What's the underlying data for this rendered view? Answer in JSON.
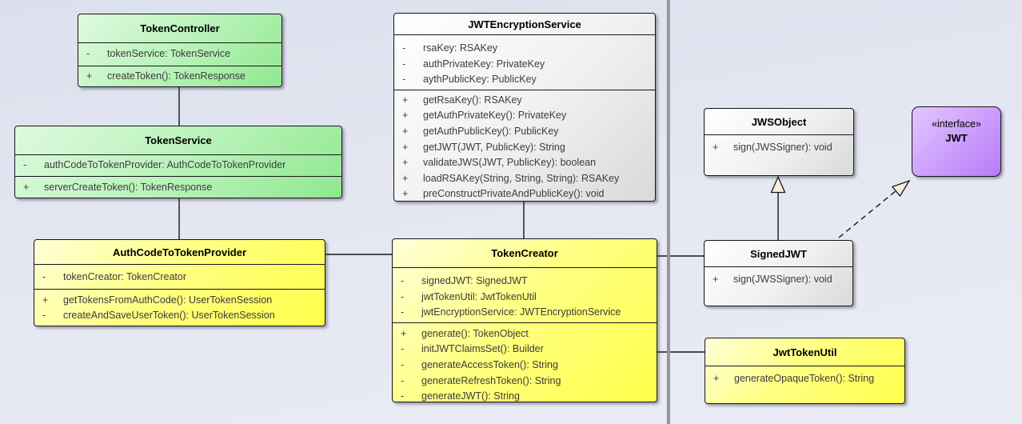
{
  "diagram": {
    "colors": {
      "background": "#e3e6f1",
      "class_green": "#8fe88f",
      "class_yellow": "#ffff4a",
      "class_gray": "#d9d9d9",
      "interface_purple": "#b87af8",
      "border": "#16161d",
      "divider": "#9b9ba3",
      "arrow_fill": "#f6eedb"
    },
    "classes": {
      "token_controller": {
        "name": "TokenController",
        "attributes": [
          {
            "vis": "-",
            "text": "tokenService: TokenService"
          }
        ],
        "methods": [
          {
            "vis": "+",
            "text": "createToken(): TokenResponse"
          }
        ]
      },
      "token_service": {
        "name": "TokenService",
        "attributes": [
          {
            "vis": "-",
            "text": "authCodeToTokenProvider: AuthCodeToTokenProvider"
          }
        ],
        "methods": [
          {
            "vis": "+",
            "text": "serverCreateToken(): TokenResponse"
          }
        ]
      },
      "auth_code_to_token_provider": {
        "name": "AuthCodeToTokenProvider",
        "attributes": [
          {
            "vis": "-",
            "text": "tokenCreator: TokenCreator"
          }
        ],
        "methods": [
          {
            "vis": "+",
            "text": "getTokensFromAuthCode(): UserTokenSession"
          },
          {
            "vis": "-",
            "text": "createAndSaveUserToken(): UserTokenSession"
          }
        ]
      },
      "jwt_encryption_service": {
        "name": "JWTEncryptionService",
        "attributes": [
          {
            "vis": "-",
            "text": "rsaKey: RSAKey"
          },
          {
            "vis": "-",
            "text": "authPrivateKey: PrivateKey"
          },
          {
            "vis": "-",
            "text": "aythPublicKey: PublicKey"
          }
        ],
        "methods": [
          {
            "vis": "+",
            "text": "getRsaKey(): RSAKey"
          },
          {
            "vis": "+",
            "text": "getAuthPrivateKey(): PrivateKey"
          },
          {
            "vis": "+",
            "text": "getAuthPublicKey(): PublicKey"
          },
          {
            "vis": "+",
            "text": "getJWT(JWT, PublicKey): String"
          },
          {
            "vis": "+",
            "text": "validateJWS(JWT, PublicKey): boolean"
          },
          {
            "vis": "+",
            "text": "loadRSAKey(String, String, String): RSAKey"
          },
          {
            "vis": "+",
            "text": "preConstructPrivateAndPublicKey(): void"
          }
        ]
      },
      "token_creator": {
        "name": "TokenCreator",
        "attributes": [
          {
            "vis": "-",
            "text": "signedJWT: SignedJWT"
          },
          {
            "vis": "-",
            "text": "jwtTokenUtil: JwtTokenUtil"
          },
          {
            "vis": "-",
            "text": "jwtEncryptionService: JWTEncryptionService"
          }
        ],
        "methods": [
          {
            "vis": "+",
            "text": "generate(): TokenObject"
          },
          {
            "vis": "-",
            "text": "initJWTClaimsSet(): Builder"
          },
          {
            "vis": "-",
            "text": "generateAccessToken(): String"
          },
          {
            "vis": "-",
            "text": "generateRefreshToken(): String"
          },
          {
            "vis": "-",
            "text": "generateJWT(): String"
          }
        ]
      },
      "jws_object": {
        "name": "JWSObject",
        "methods": [
          {
            "vis": "+",
            "text": "sign(JWSSigner): void"
          }
        ]
      },
      "jwt_interface": {
        "stereotype": "«interface»",
        "name": "JWT"
      },
      "signed_jwt": {
        "name": "SignedJWT",
        "methods": [
          {
            "vis": "+",
            "text": "sign(JWSSigner): void"
          }
        ]
      },
      "jwt_token_util": {
        "name": "JwtTokenUtil",
        "methods": [
          {
            "vis": "+",
            "text": "generateOpaqueToken(): String"
          }
        ]
      }
    },
    "relationships": [
      {
        "from": "TokenController",
        "to": "TokenService",
        "type": "association"
      },
      {
        "from": "TokenService",
        "to": "AuthCodeToTokenProvider",
        "type": "association"
      },
      {
        "from": "AuthCodeToTokenProvider",
        "to": "TokenCreator",
        "type": "association"
      },
      {
        "from": "JWTEncryptionService",
        "to": "TokenCreator",
        "type": "association"
      },
      {
        "from": "TokenCreator",
        "to": "SignedJWT",
        "type": "association"
      },
      {
        "from": "TokenCreator",
        "to": "JwtTokenUtil",
        "type": "association"
      },
      {
        "from": "SignedJWT",
        "to": "JWSObject",
        "type": "generalization"
      },
      {
        "from": "SignedJWT",
        "to": "JWT",
        "type": "realization"
      }
    ]
  }
}
